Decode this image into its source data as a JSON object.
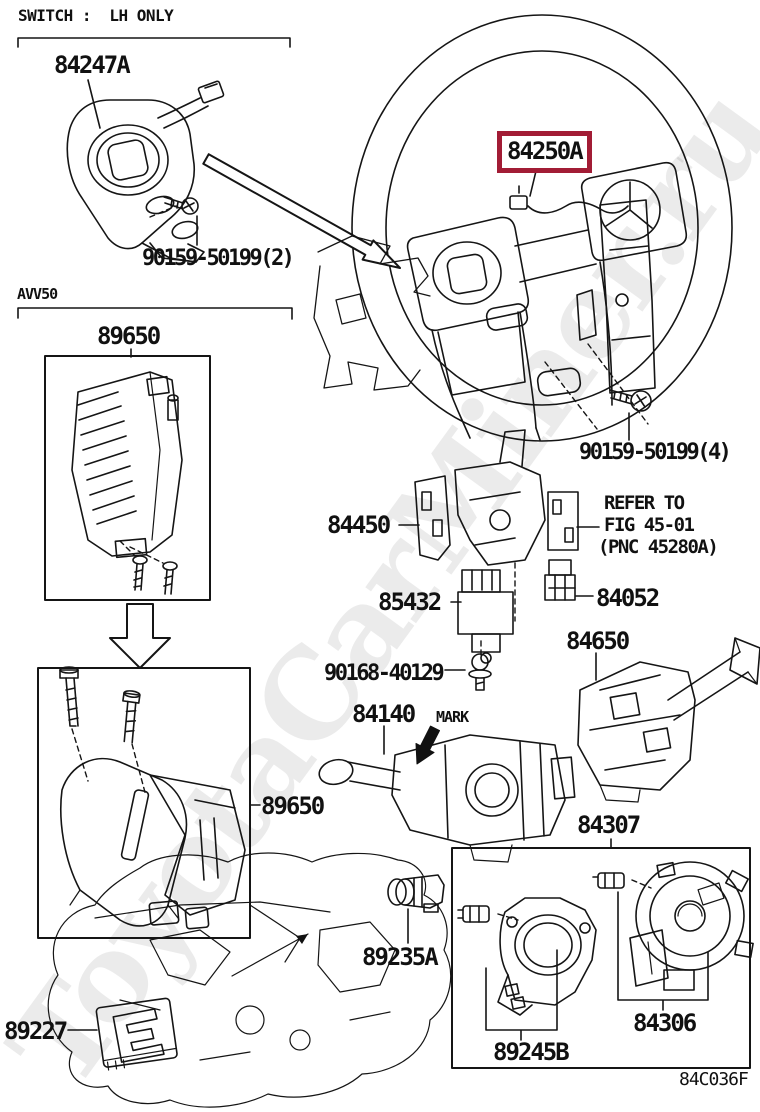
{
  "diagram": {
    "header_note": "SWITCH :  LH ONLY",
    "variant_code": "AVV50",
    "figure_code": "84C036F",
    "watermark": "ToyotaCarMiner.ru",
    "highlight_color": "#a21c35",
    "selected_part": "84250A",
    "parts": {
      "p84247A": "84247A",
      "screw_lh": "90159-50199(2)",
      "p89650_upper": "89650",
      "p84250A": "84250A",
      "screw_wheel": "90159-50199(4)",
      "p84450": "84450",
      "refer_line1": "REFER TO",
      "refer_line2": "FIG 45-01",
      "refer_line3": "(PNC 45280A)",
      "p85432": "85432",
      "p84052": "84052",
      "p90168": "90168-40129",
      "p84650": "84650",
      "p84140": "84140",
      "mark_note": "MARK",
      "p89650_lower": "89650",
      "p84307": "84307",
      "p89235A": "89235A",
      "p89227": "89227",
      "p89245B": "89245B",
      "p84306": "84306"
    }
  }
}
